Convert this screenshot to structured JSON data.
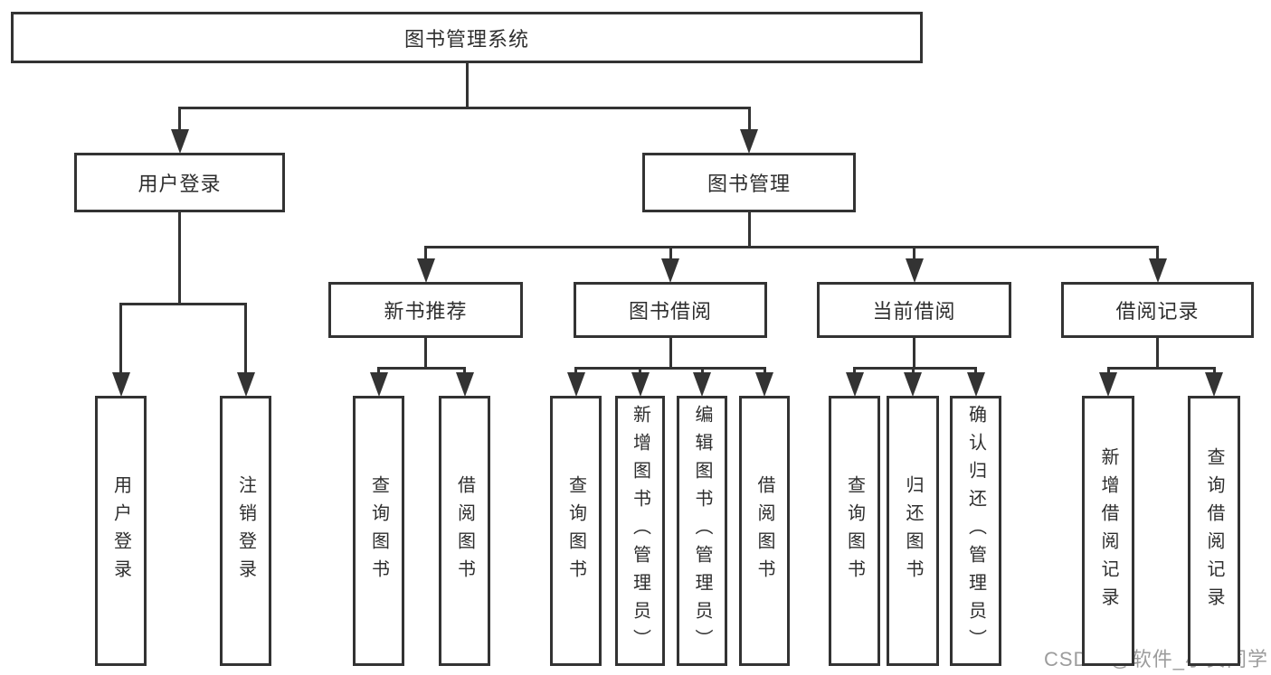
{
  "diagram_title": "图书管理系统",
  "watermark": {
    "text": "CSDN @软件_小贺同学",
    "color": "#9c9c9c"
  },
  "colors": {
    "line": "#333333",
    "text": "#2e2e2e",
    "box_background": "#ffffff",
    "page_background": "#ffffff"
  },
  "nodes": [
    {
      "id": "system",
      "label": "图书管理系统",
      "parent": null
    },
    {
      "id": "user-login",
      "label": "用户登录",
      "parent": "system"
    },
    {
      "id": "book-management",
      "label": "图书管理",
      "parent": "system"
    },
    {
      "id": "new-book-recommendation",
      "label": "新书推荐",
      "parent": "book-management"
    },
    {
      "id": "book-borrowing",
      "label": "图书借阅",
      "parent": "book-management"
    },
    {
      "id": "current-borrowing",
      "label": "当前借阅",
      "parent": "book-management"
    },
    {
      "id": "borrowing-records",
      "label": "借阅记录",
      "parent": "book-management"
    },
    {
      "id": "login-user",
      "label": "用户登录",
      "parent": "user-login"
    },
    {
      "id": "logout",
      "label": "注销登录",
      "parent": "user-login"
    },
    {
      "id": "query-books-recommend",
      "label": "查询图书",
      "parent": "new-book-recommendation"
    },
    {
      "id": "borrow-books-recommend",
      "label": "借阅图书",
      "parent": "new-book-recommendation"
    },
    {
      "id": "query-books-borrow",
      "label": "查询图书",
      "parent": "book-borrowing"
    },
    {
      "id": "add-books-admin",
      "label": "新增图书（管理员）",
      "parent": "book-borrowing"
    },
    {
      "id": "edit-books-admin",
      "label": "编辑图书（管理员）",
      "parent": "book-borrowing"
    },
    {
      "id": "borrow-books",
      "label": "借阅图书",
      "parent": "book-borrowing"
    },
    {
      "id": "query-books-current",
      "label": "查询图书",
      "parent": "current-borrowing"
    },
    {
      "id": "return-books",
      "label": "归还图书",
      "parent": "current-borrowing"
    },
    {
      "id": "confirm-return-admin",
      "label": "确认归还（管理员）",
      "parent": "current-borrowing"
    },
    {
      "id": "add-borrow-record",
      "label": "新增借阅记录",
      "parent": "borrowing-records"
    },
    {
      "id": "query-borrow-record",
      "label": "查询借阅记录",
      "parent": "borrowing-records"
    }
  ]
}
